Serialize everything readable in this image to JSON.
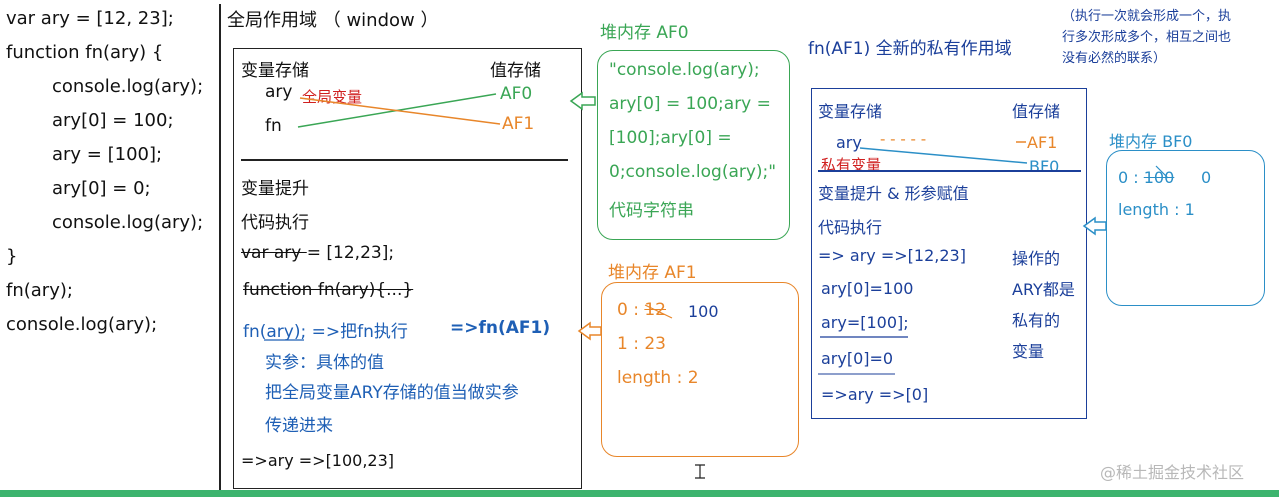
{
  "code": {
    "lines": [
      "var ary = [12, 23];",
      "function fn(ary) {",
      "console.log(ary);",
      "ary[0] = 100;",
      "ary = [100];",
      "ary[0] = 0;",
      "console.log(ary);",
      "}",
      "fn(ary);",
      "console.log(ary);"
    ]
  },
  "global": {
    "title": "全局作用域 （ window ）",
    "var_storage": "变量存储",
    "value_storage": "值存储",
    "ary": "ary",
    "fn": "fn",
    "global_var": "全局变量",
    "af0": "AF0",
    "af1": "AF1",
    "hoisting": "变量提升",
    "execution": "代码执行",
    "stmt1_a": "var ary ",
    "stmt1_b": "= [12,23];",
    "stmt2": "function fn(ary){...}",
    "call": "fn(ary);  =>把fn执行",
    "call_arrow": "=>fn(AF1)",
    "arg1": "实参：具体的值",
    "arg2": "把全局变量ARY存储的值当做实参",
    "arg3": "传递进来",
    "result": "=>ary  =>[100,23]"
  },
  "heap_af0": {
    "title": "堆内存 AF0",
    "text1": "\"console.log(ary);",
    "text2": "ary[0] = 100;ary =",
    "text3": "[100];ary[0] =",
    "text4": "0;console.log(ary);\"",
    "text5": "代码字符串"
  },
  "heap_af1": {
    "title": "堆内存 AF1",
    "row0_key": "0 : ",
    "row0_old": "12",
    "row0_new": "100",
    "row1": "1 : 23",
    "row2": "length : 2"
  },
  "private": {
    "title": "fn(AF1)   全新的私有作用域",
    "note1": "（执行一次就会形成一个，执",
    "note2": "行多次形成多个，相互之间也",
    "note3": "没有必然的联系）",
    "var_storage": "变量存储",
    "value_storage": "值存储",
    "ary": "ary",
    "dashes": "-   -   -   -  -",
    "af1": "AF1",
    "private_var": "私有变量",
    "bf0": "BF0",
    "hoisting": "变量提升 & 形参赋值",
    "execution": "代码执行",
    "l1": "=> ary   =>[12,23]",
    "l2": "ary[0]=100",
    "l3": "ary=[100];",
    "l4": "ary[0]=0",
    "l5": "=>ary  =>[0]",
    "side1": "操作的",
    "side2": "ARY都是",
    "side3": "私有的",
    "side4": "变量"
  },
  "heap_bf0": {
    "title": "堆内存 BF0",
    "row0_key": "0 : ",
    "row0_old": "100",
    "row0_new": "0",
    "row1": "length : 1"
  },
  "footer": {
    "watermark": "@稀土掘金技术社区"
  },
  "colors": {
    "green": "#3aa655",
    "orange": "#e8862a",
    "blue": "#1e5fb5",
    "cyan": "#2b8fc7",
    "bottom_bar": "#3cb46e"
  }
}
